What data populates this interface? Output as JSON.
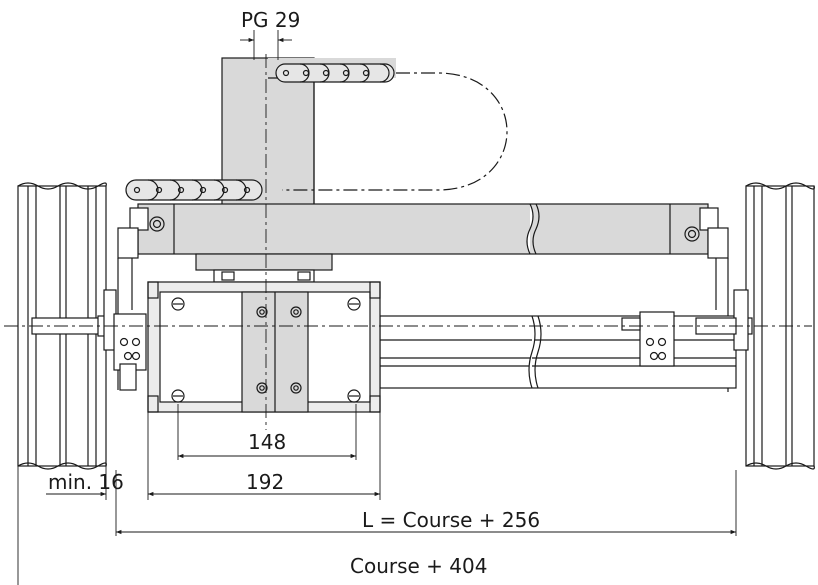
{
  "dimensions": {
    "pg": "PG 29",
    "d148": "148",
    "min16": "min. 16",
    "d192": "192",
    "lcourse": "L = Course + 256",
    "course404": "Course + 404"
  },
  "colors": {
    "line": "#1a1a1a",
    "fill_grey": "#d9d9d9",
    "fill_light": "#ececec",
    "fill_white": "#ffffff"
  }
}
